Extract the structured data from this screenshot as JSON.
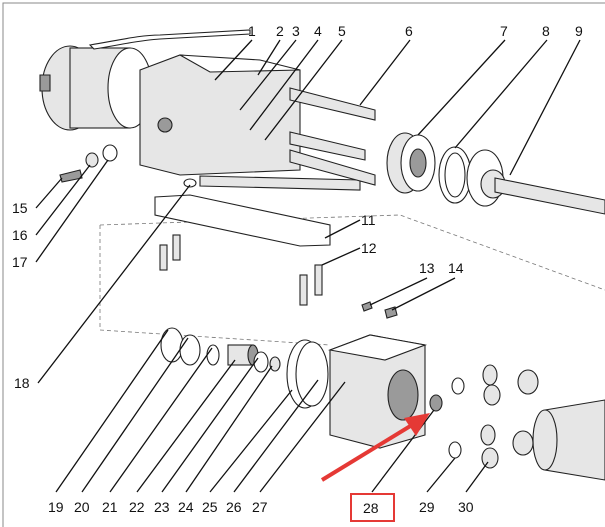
{
  "diagram": {
    "labels": [
      "1",
      "2",
      "3",
      "4",
      "5",
      "6",
      "7",
      "8",
      "9",
      "11",
      "12",
      "13",
      "14",
      "15",
      "16",
      "17",
      "18",
      "19",
      "20",
      "21",
      "22",
      "23",
      "24",
      "25",
      "26",
      "27",
      "28",
      "29",
      "30"
    ],
    "highlight": {
      "label": "28",
      "color": "#e53935"
    }
  }
}
